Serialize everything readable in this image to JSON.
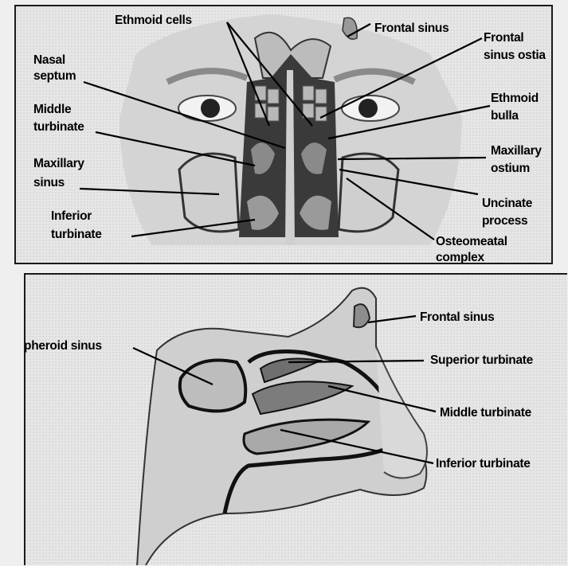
{
  "top_panel": {
    "labels": {
      "ethmoid_cells": "Ethmoid cells",
      "frontal_sinus": "Frontal sinus",
      "frontal_sinus_ostia_1": "Frontal",
      "frontal_sinus_ostia_2": "sinus ostia",
      "nasal_septum_1": "Nasal",
      "nasal_septum_2": "septum",
      "middle_turbinate_1": "Middle",
      "middle_turbinate_2": "turbinate",
      "ethmoid_bulla_1": "Ethmoid",
      "ethmoid_bulla_2": "bulla",
      "maxillary_sinus_1": "Maxillary",
      "maxillary_sinus_2": "sinus",
      "maxillary_ostium_1": "Maxillary",
      "maxillary_ostium_2": "ostium",
      "inferior_turbinate_1": "Inferior",
      "inferior_turbinate_2": "turbinate",
      "uncinate_process_1": "Uncinate",
      "uncinate_process_2": "process",
      "osteomeatal_complex_1": "Osteomeatal",
      "osteomeatal_complex_2": "complex"
    }
  },
  "bottom_panel": {
    "labels": {
      "frontal_sinus": "Frontal sinus",
      "spheroid_sinus": "Spheroid sinus",
      "superior_turbinate": "Superior turbinate",
      "middle_turbinate": "Middle turbinate",
      "inferior_turbinate": "Inferior turbinate"
    }
  },
  "colors": {
    "ink": "#000000",
    "shade": "#a9a9a9",
    "paper": "#e6e6e6"
  }
}
